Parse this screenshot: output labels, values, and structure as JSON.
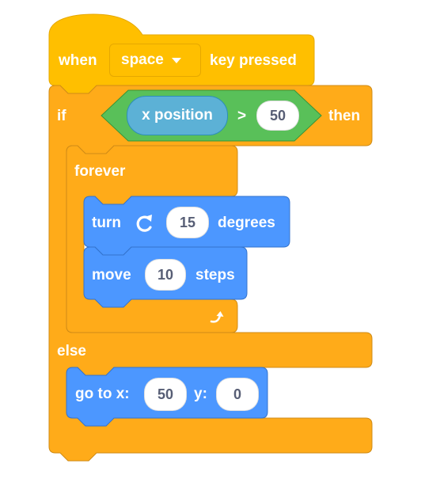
{
  "colors": {
    "events": "#ffbf00",
    "events_edge": "#e6a800",
    "control": "#ffab19",
    "control_edge": "#cf8b17",
    "motion": "#4c97ff",
    "motion_edge": "#3373cc",
    "operators": "#59c059",
    "operators_edge": "#389438",
    "sensing": "#5cb1d6",
    "text": "#ffffff",
    "field_text": "#575e75"
  },
  "hat": {
    "when": "when",
    "key": "space",
    "key_pressed": "key pressed"
  },
  "if_else": {
    "if_label": "if",
    "then_label": "then",
    "else_label": "else"
  },
  "condition": {
    "reporter": "x position",
    "operator": ">",
    "value": "50"
  },
  "forever": {
    "label": "forever",
    "loop_icon": "loop-arrow-icon"
  },
  "turn": {
    "label": "turn",
    "icon": "rotate-clockwise-icon",
    "value": "15",
    "unit": "degrees"
  },
  "move": {
    "label": "move",
    "value": "10",
    "unit": "steps"
  },
  "goto": {
    "label_x": "go to x:",
    "x": "50",
    "label_y": "y:",
    "y": "0"
  }
}
